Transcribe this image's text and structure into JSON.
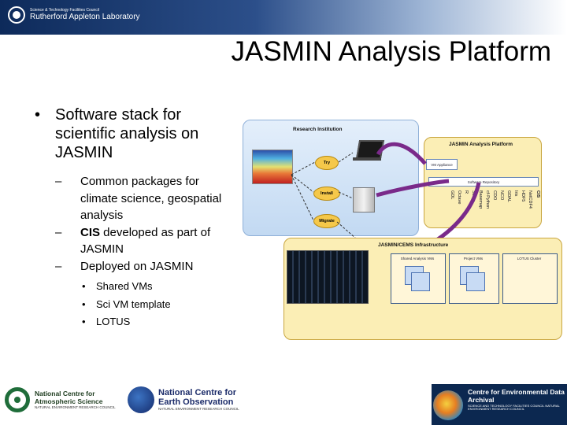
{
  "header": {
    "org_line1": "Science & Technology Facilities Council",
    "org_line2": "Rutherford Appleton Laboratory"
  },
  "title": "JASMIN Analysis Platform",
  "bullets": {
    "main": "Software stack for scientific analysis on JASMIN",
    "sub": [
      {
        "bold": "",
        "text": "Common packages for climate science, geospatial analysis"
      },
      {
        "bold": "CIS",
        "text": " developed as part of JASMIN"
      },
      {
        "bold": "",
        "text": "Deployed on JASMIN"
      }
    ],
    "subsub": [
      "Shared VMs",
      "Sci VM template",
      "LOTUS"
    ]
  },
  "diagram": {
    "research_institution": "Research Institution",
    "jasmin_platform": "JASMIN Analysis Platform",
    "infrastructure": "JASMIN/CEMS Infrastructure",
    "tags": [
      "Try",
      "Install",
      "Migrate"
    ],
    "vm_appliance": "VM Appliance",
    "software_repo": "Software Repository",
    "packages": [
      "CIS",
      "NetCDF4",
      "HDF5",
      "Iris",
      "GDAL",
      "NCO",
      "CDO",
      "cf-Python",
      "Basemap",
      "SciPy",
      "R",
      "Octave",
      "GDL"
    ],
    "vm_boxes": [
      "Shared Analysis VMs",
      "Project VMs",
      "LOTUS Cluster"
    ]
  },
  "logos": {
    "ncas_name": "National Centre for Atmospheric Science",
    "ncas_sub": "NATURAL ENVIRONMENT RESEARCH COUNCIL",
    "nceo_name": "National Centre for Earth Observation",
    "nceo_sub": "NATURAL ENVIRONMENT RESEARCH COUNCIL",
    "ceda_name": "Centre for Environmental Data Archival",
    "ceda_sub": "SCIENCE AND TECHNOLOGY FACILITIES COUNCIL NATURAL ENVIRONMENT RESEARCH COUNCIL"
  }
}
